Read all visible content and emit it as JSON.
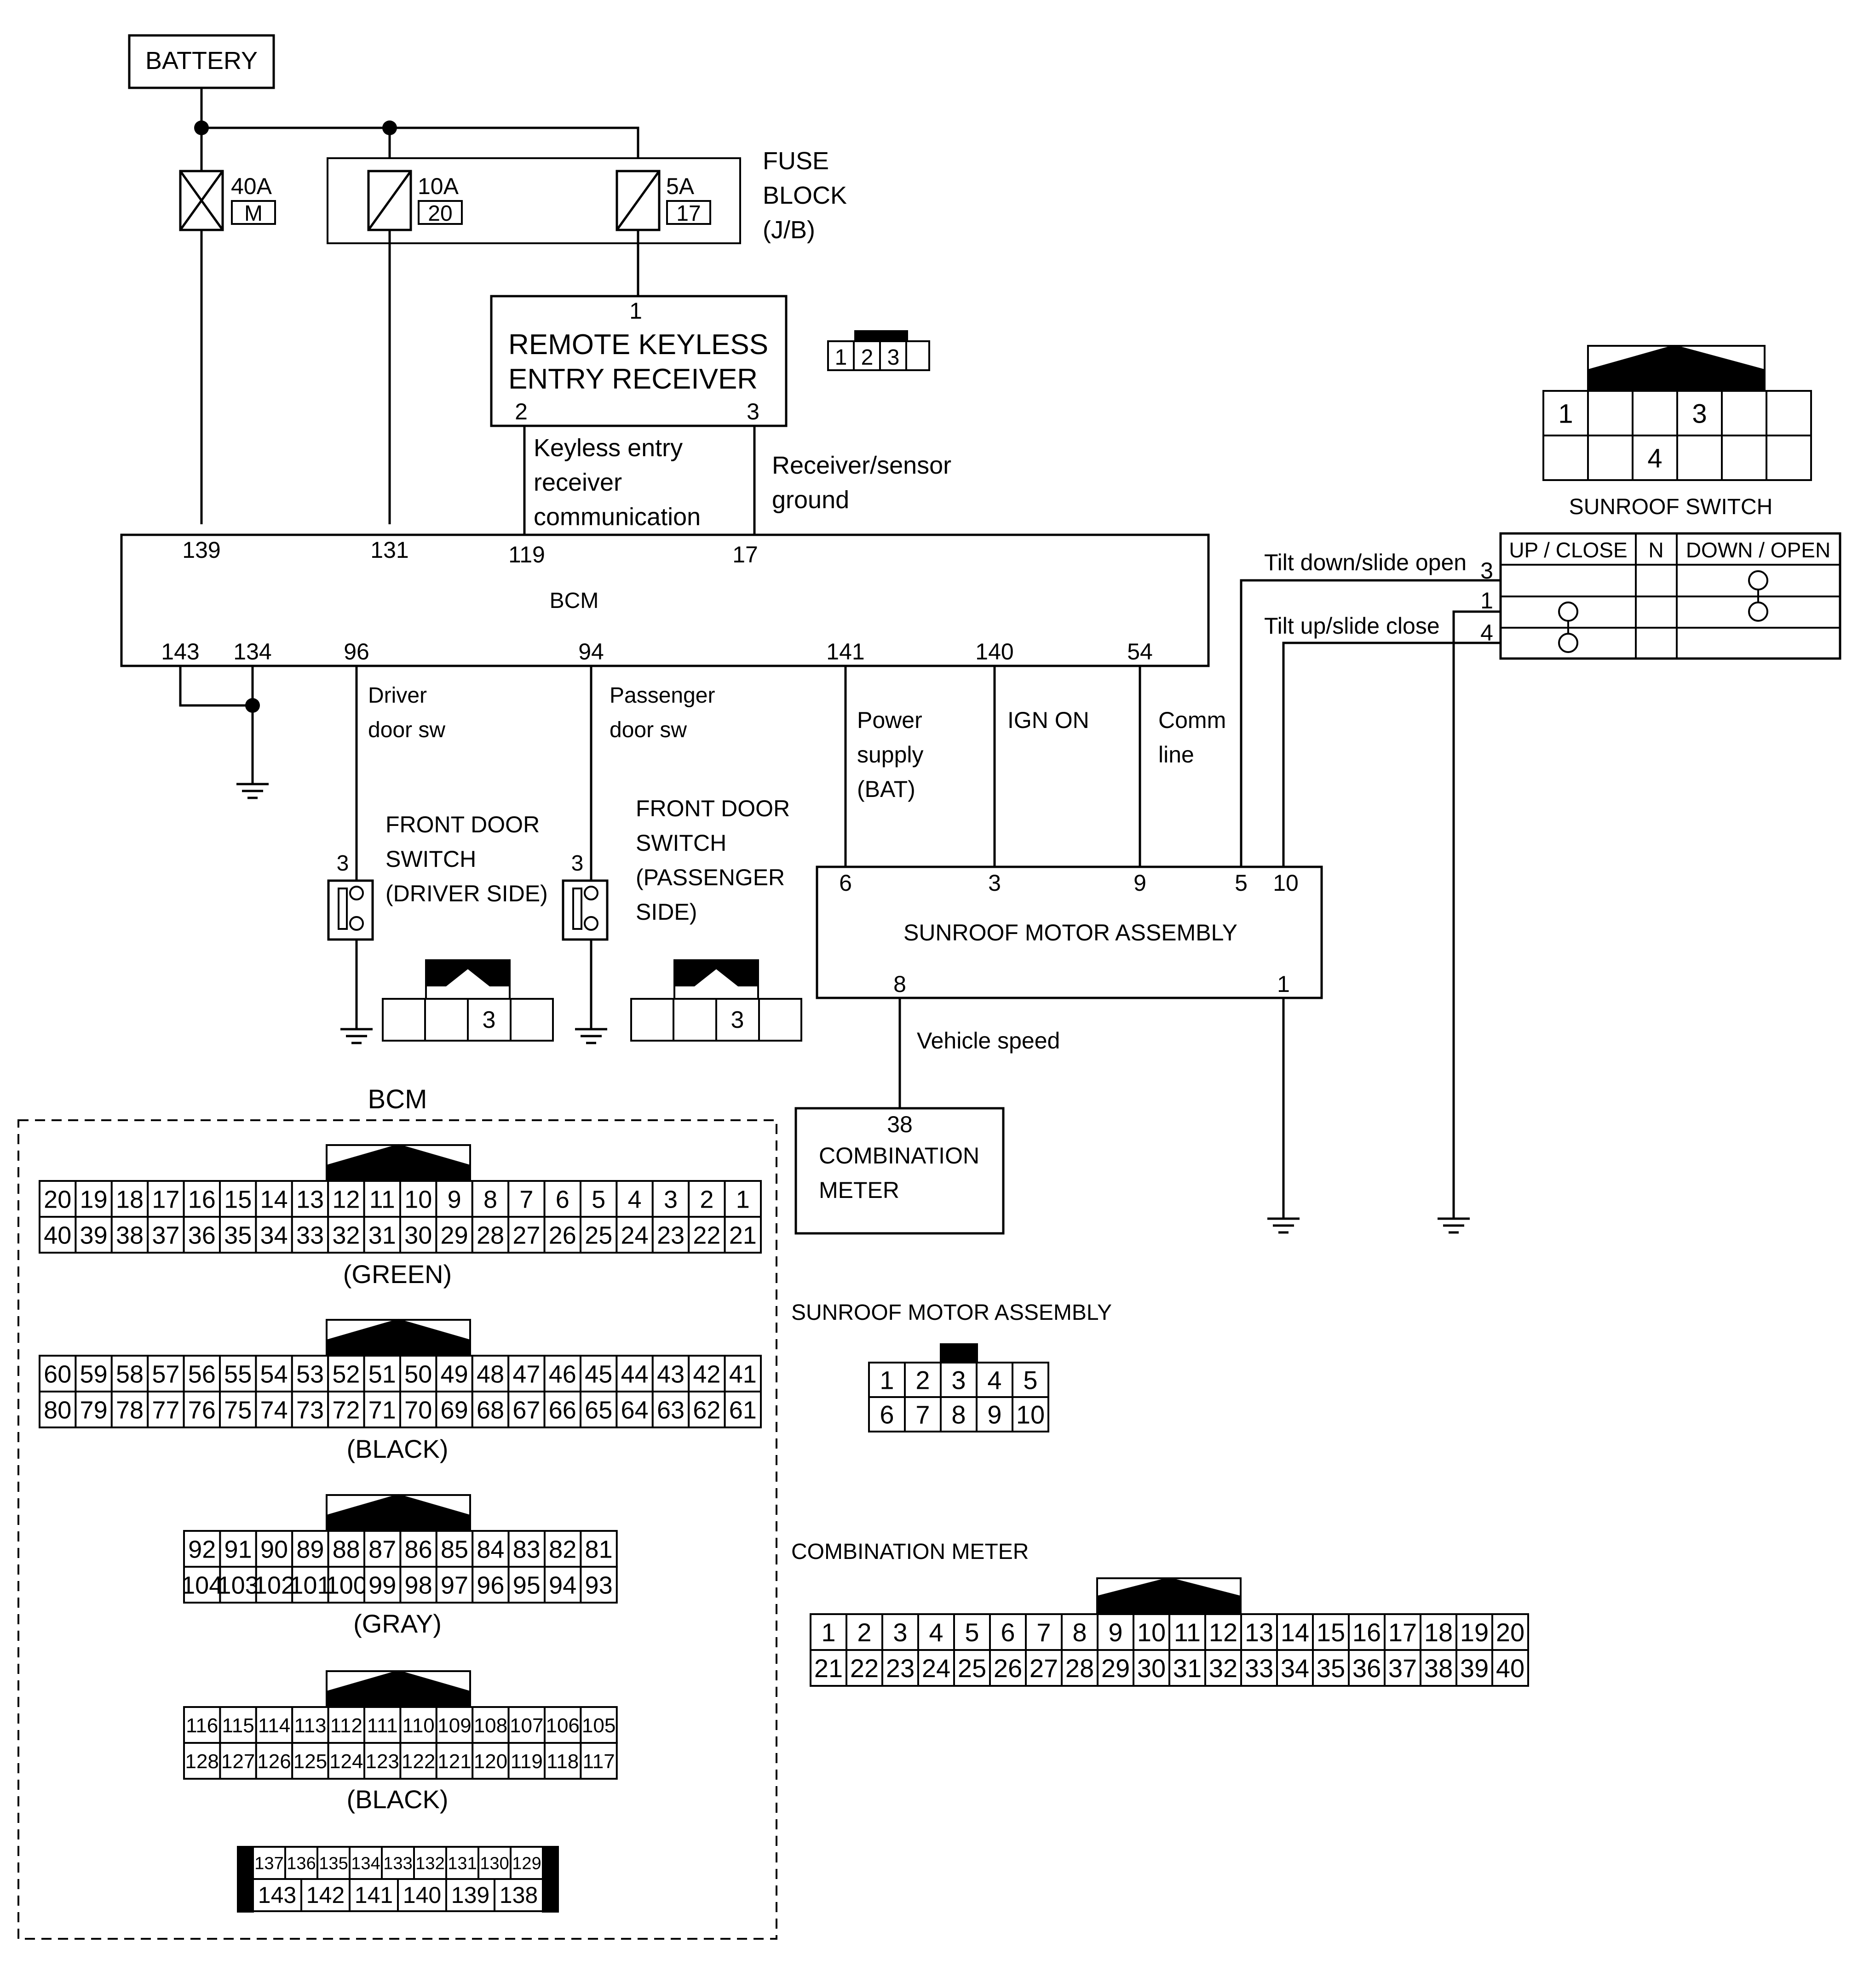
{
  "battery": "BATTERY",
  "fuses": {
    "f40": {
      "rating": "40A",
      "id": "M"
    },
    "f10": {
      "rating": "10A",
      "id": "20"
    },
    "f5": {
      "rating": "5A",
      "id": "17"
    },
    "block_lines": [
      "FUSE",
      "BLOCK",
      "(J/B)"
    ]
  },
  "rke": {
    "lines": [
      "REMOTE KEYLESS",
      "ENTRY RECEIVER"
    ],
    "pin1": "1",
    "pin2": "2",
    "pin3": "3",
    "wire2_lines": [
      "Keyless entry",
      "receiver",
      "communication"
    ],
    "wire3_lines": [
      "Receiver/sensor",
      "ground"
    ],
    "connector": [
      "1",
      "2",
      "3"
    ]
  },
  "bcm": {
    "label": "BCM",
    "top_pins": {
      "p139": "139",
      "p131": "131",
      "p119": "119",
      "p17": "17"
    },
    "bottom_pins": {
      "p143": "143",
      "p134": "134",
      "p96": "96",
      "p94": "94",
      "p141": "141",
      "p140": "140",
      "p54": "54"
    }
  },
  "wires": {
    "driver_door": [
      "Driver",
      "door sw"
    ],
    "passenger_door": [
      "Passenger",
      "door sw"
    ],
    "power": [
      "Power",
      "supply",
      "(BAT)"
    ],
    "ign": "IGN ON",
    "comm": [
      "Comm",
      "line"
    ],
    "tilt_down": "Tilt down/slide open",
    "tilt_up": "Tilt up/slide close",
    "vehicle_speed": "Vehicle speed"
  },
  "door_driver": {
    "lines": [
      "FRONT DOOR",
      "SWITCH",
      "(DRIVER SIDE)"
    ],
    "pin": "3",
    "conn_pin": "3"
  },
  "door_passenger": {
    "lines": [
      "FRONT DOOR",
      "SWITCH",
      "(PASSENGER",
      "SIDE)"
    ],
    "pin": "3",
    "conn_pin": "3"
  },
  "sunroof_switch": {
    "title": "SUNROOF SWITCH",
    "conn_row1": [
      "1",
      "",
      "",
      "3",
      "",
      ""
    ],
    "conn_row2": [
      "",
      "",
      "4",
      "",
      "",
      ""
    ],
    "cols": {
      "up": "UP / CLOSE",
      "n": "N",
      "down": "DOWN / OPEN"
    },
    "terminals": {
      "t3": "3",
      "t1": "1",
      "t4": "4"
    }
  },
  "motor": {
    "label": "SUNROOF MOTOR ASSEMBLY",
    "pins": {
      "p6": "6",
      "p3": "3",
      "p9": "9",
      "p5": "5",
      "p10": "10",
      "p8": "8",
      "p1": "1"
    },
    "conn_title": "SUNROOF MOTOR ASSEMBLY",
    "conn_row1": [
      "1",
      "2",
      "3",
      "4",
      "5"
    ],
    "conn_row2": [
      "6",
      "7",
      "8",
      "9",
      "10"
    ]
  },
  "meter": {
    "pin": "38",
    "lines": [
      "COMBINATION",
      "METER"
    ],
    "conn_title": "COMBINATION METER",
    "row1": [
      "1",
      "2",
      "3",
      "4",
      "5",
      "6",
      "7",
      "8",
      "9",
      "10",
      "11",
      "12",
      "13",
      "14",
      "15",
      "16",
      "17",
      "18",
      "19",
      "20"
    ],
    "row2": [
      "21",
      "22",
      "23",
      "24",
      "25",
      "26",
      "27",
      "28",
      "29",
      "30",
      "31",
      "32",
      "33",
      "34",
      "35",
      "36",
      "37",
      "38",
      "39",
      "40"
    ]
  },
  "bcm_connectors": {
    "title": "BCM",
    "green": {
      "row1": [
        "20",
        "19",
        "18",
        "17",
        "16",
        "15",
        "14",
        "13",
        "12",
        "11",
        "10",
        "9",
        "8",
        "7",
        "6",
        "5",
        "4",
        "3",
        "2",
        "1"
      ],
      "row2": [
        "40",
        "39",
        "38",
        "37",
        "36",
        "35",
        "34",
        "33",
        "32",
        "31",
        "30",
        "29",
        "28",
        "27",
        "26",
        "25",
        "24",
        "23",
        "22",
        "21"
      ],
      "color": "(GREEN)"
    },
    "black1": {
      "row1": [
        "60",
        "59",
        "58",
        "57",
        "56",
        "55",
        "54",
        "53",
        "52",
        "51",
        "50",
        "49",
        "48",
        "47",
        "46",
        "45",
        "44",
        "43",
        "42",
        "41"
      ],
      "row2": [
        "80",
        "79",
        "78",
        "77",
        "76",
        "75",
        "74",
        "73",
        "72",
        "71",
        "70",
        "69",
        "68",
        "67",
        "66",
        "65",
        "64",
        "63",
        "62",
        "61"
      ],
      "color": "(BLACK)"
    },
    "gray": {
      "row1": [
        "92",
        "91",
        "90",
        "89",
        "88",
        "87",
        "86",
        "85",
        "84",
        "83",
        "82",
        "81"
      ],
      "row2": [
        "104",
        "103",
        "102",
        "101",
        "100",
        "99",
        "98",
        "97",
        "96",
        "95",
        "94",
        "93"
      ],
      "color": "(GRAY)"
    },
    "black2": {
      "row1": [
        "116",
        "115",
        "114",
        "113",
        "112",
        "111",
        "110",
        "109",
        "108",
        "107",
        "106",
        "105"
      ],
      "row2": [
        "128",
        "127",
        "126",
        "125",
        "124",
        "123",
        "122",
        "121",
        "120",
        "119",
        "118",
        "117"
      ],
      "color": "(BLACK)"
    },
    "small": {
      "row1": [
        "137",
        "136",
        "135",
        "134",
        "133",
        "132",
        "131",
        "130",
        "129"
      ],
      "row2": [
        "143",
        "142",
        "141",
        "140",
        "139",
        "138"
      ]
    }
  }
}
